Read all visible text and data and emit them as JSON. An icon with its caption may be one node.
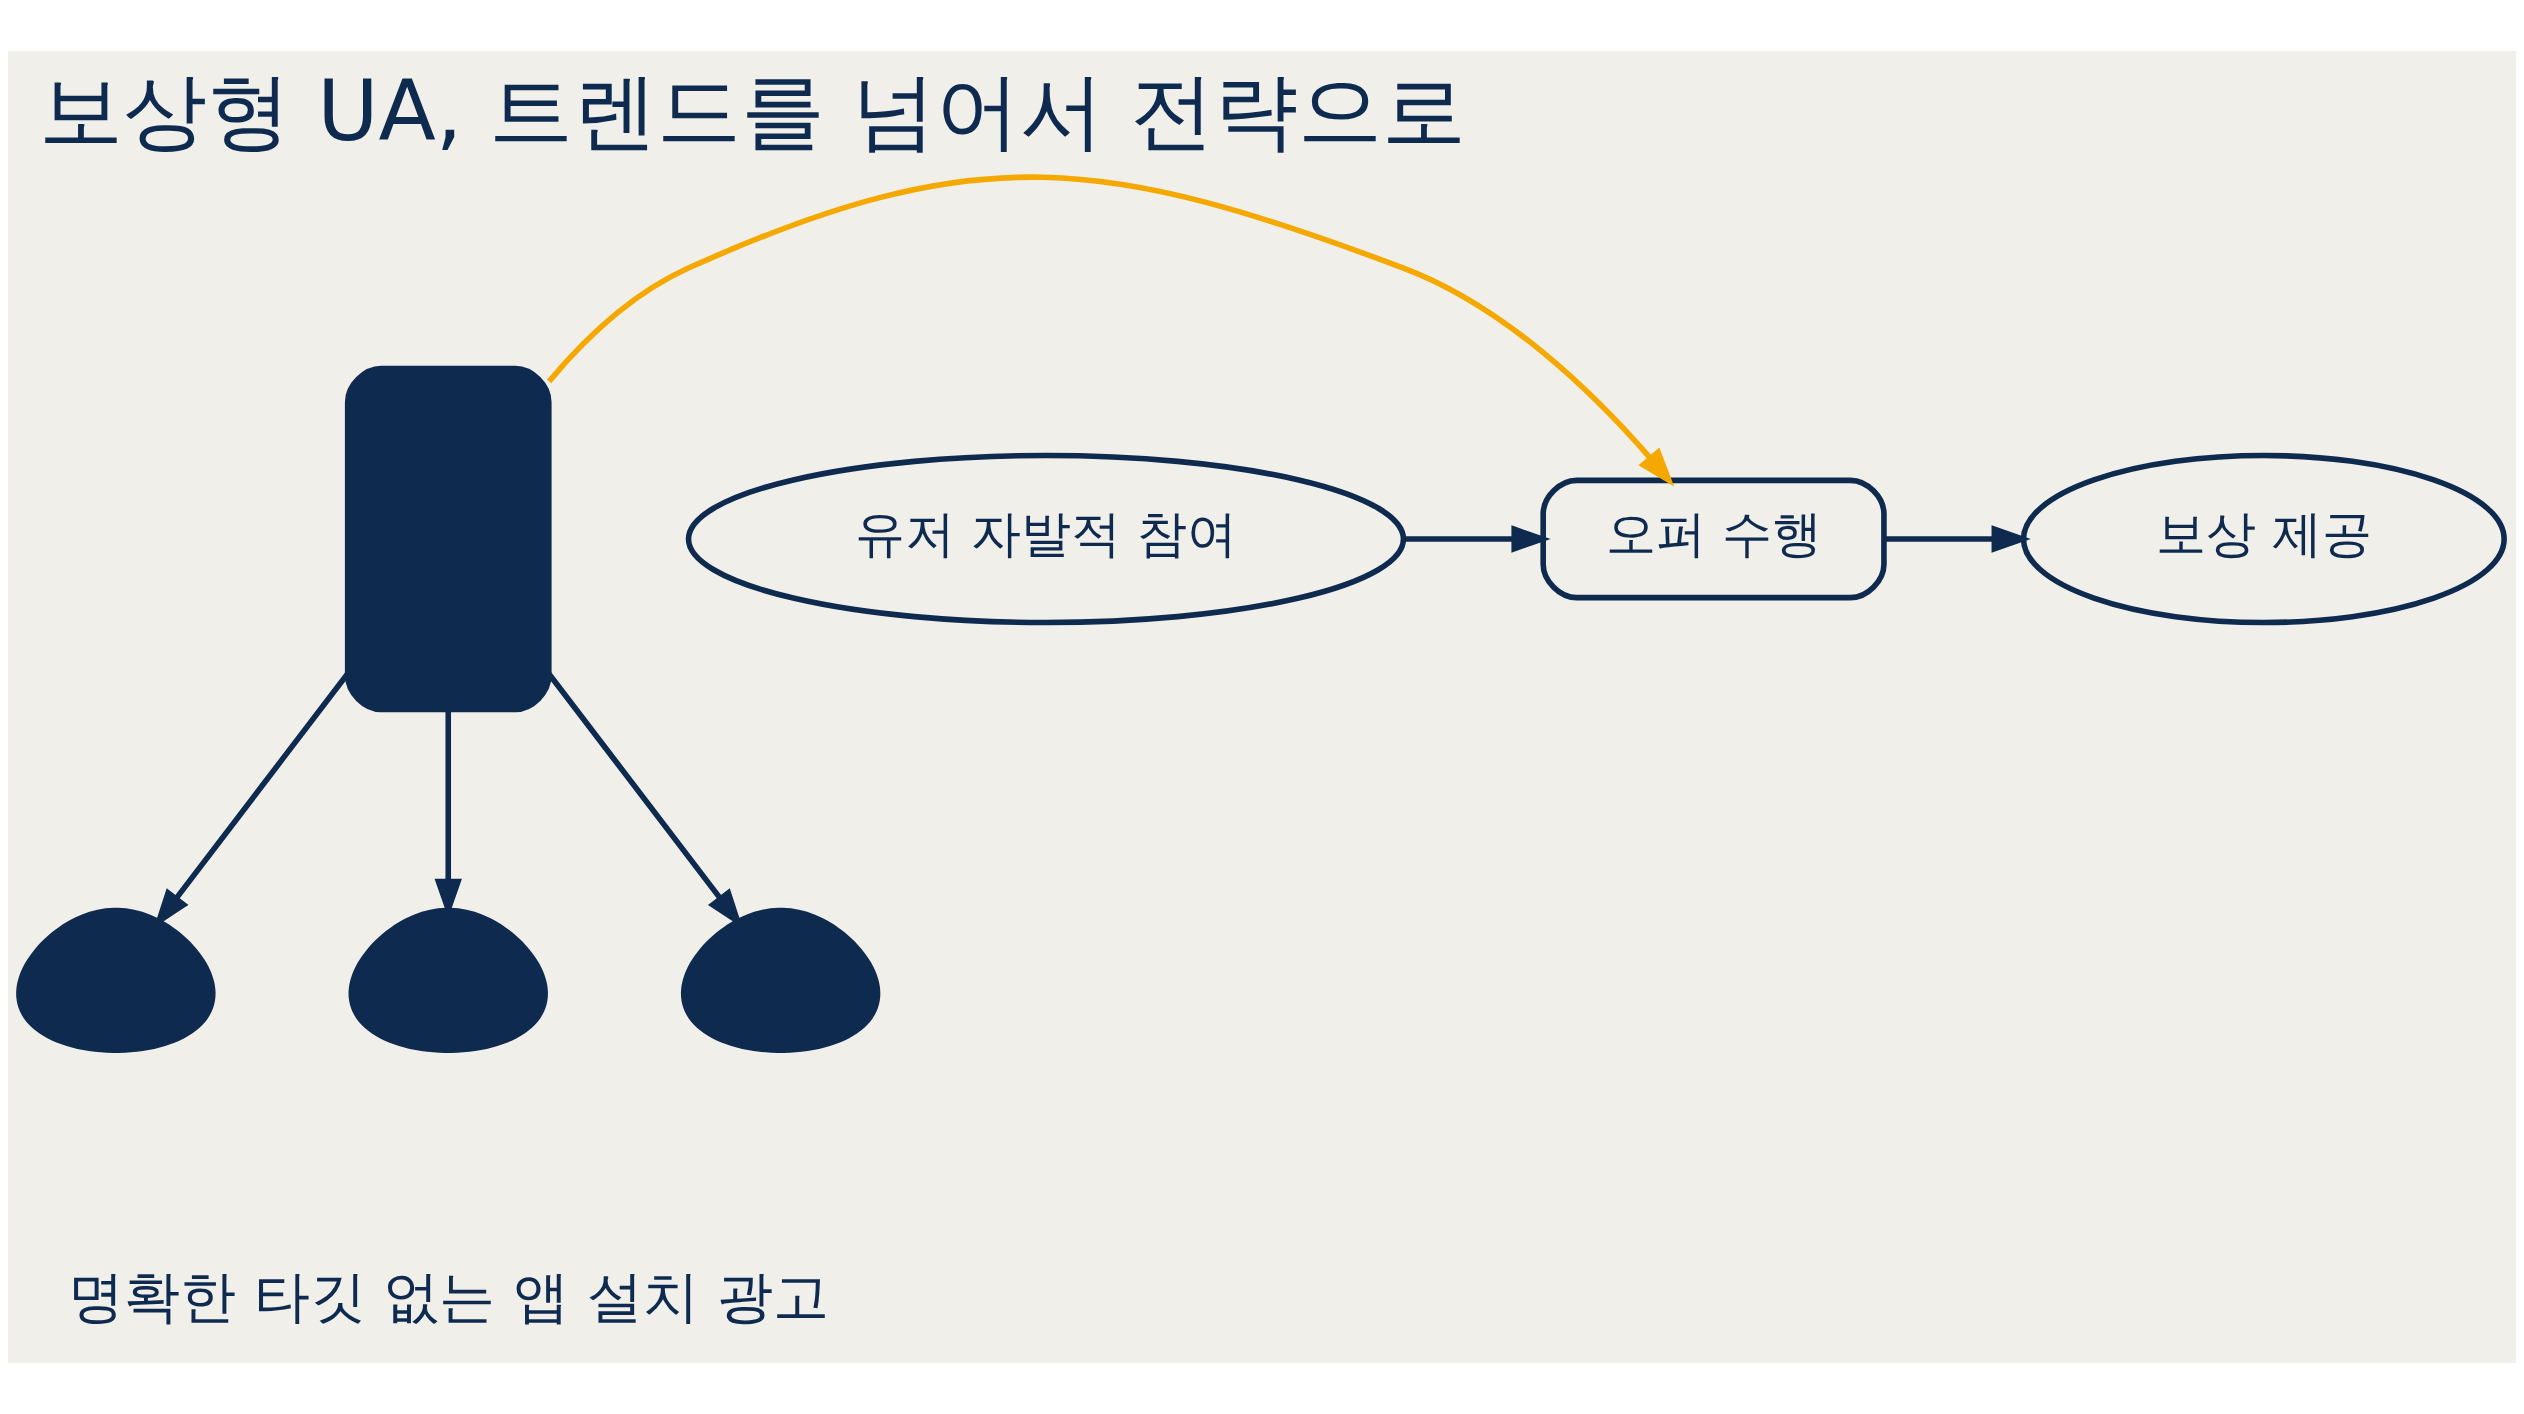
{
  "diagram": {
    "title": "보상형 UA, 트렌드를 넘어서 전략으로",
    "nodes": [
      {
        "text": [],
        "shape": "phone"
      },
      {
        "text": [],
        "shape": "person"
      },
      {
        "text": [],
        "shape": "person"
      },
      {
        "text": [],
        "shape": "person"
      },
      {
        "text": [
          "유저 자발적 참여"
        ]
      },
      {
        "text": [
          "오퍼 수행"
        ]
      },
      {
        "text": [
          "보상 제공"
        ]
      }
    ],
    "edges": [
      {
        "from": 0,
        "to": 1,
        "arrow": "to"
      },
      {
        "from": 0,
        "to": 2,
        "arrow": "to"
      },
      {
        "from": 0,
        "to": 3,
        "arrow": "to"
      },
      {
        "from": 4,
        "to": 5,
        "arrow": "to"
      },
      {
        "from": 5,
        "to": 6,
        "arrow": "to"
      },
      {
        "from": 0,
        "to": 5,
        "arrow": "to",
        "color": "#f5a800"
      }
    ],
    "labels": [
      "명확한 타깃 없는 앱 설치 광고"
    ]
  }
}
